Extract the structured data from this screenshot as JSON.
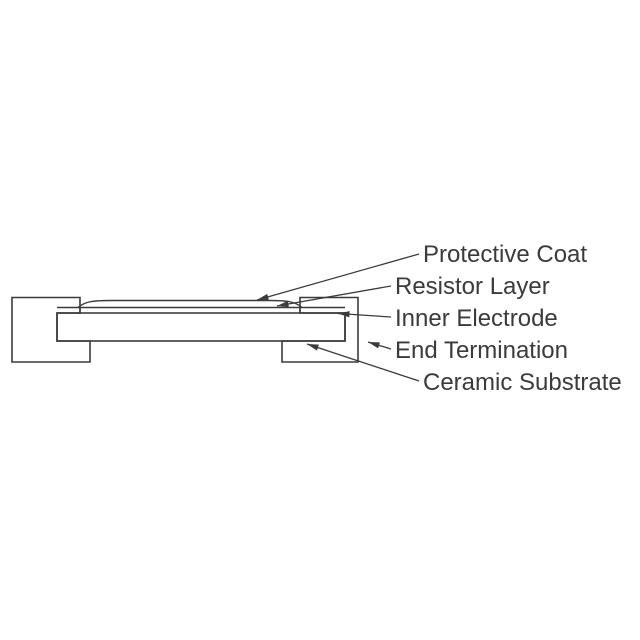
{
  "diagram": {
    "labels": {
      "protective_coat": "Protective Coat",
      "resistor_layer": "Resistor Layer",
      "inner_electrode": "Inner Electrode",
      "end_termination": "End Termination",
      "ceramic_substrate": "Ceramic Substrate"
    },
    "colors": {
      "line": "#3b3b3b",
      "text": "#3b3b3b",
      "background": "#ffffff"
    }
  }
}
